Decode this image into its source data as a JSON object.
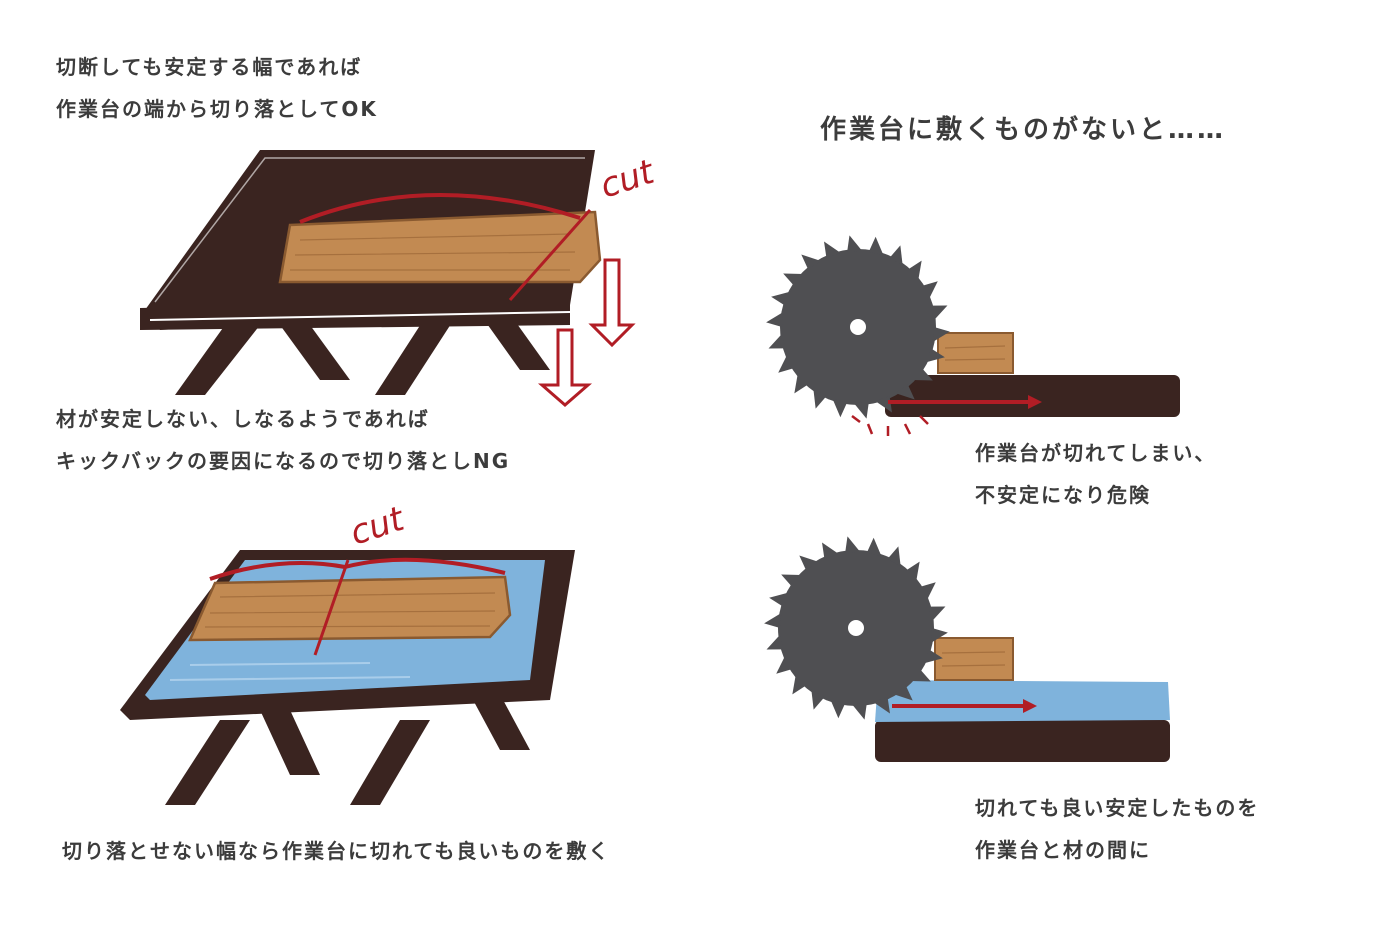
{
  "captions": {
    "top_left_line1": "切断しても安定する幅であれば",
    "top_left_line2": "作業台の端から切り落としてOK",
    "mid_left_line1": "材が安定しない、しなるようであれば",
    "mid_left_line2": "キックバックの要因になるので切り落としNG",
    "bottom_left": "切り落とせない幅なら作業台に切れても良いものを敷く",
    "right_title": "作業台に敷くものがないと……",
    "right_mid_line1": "作業台が切れてしまい、",
    "right_mid_line2": "不安定になり危険",
    "right_bottom_line1": "切れても良い安定したものを",
    "right_bottom_line2": "作業台と材の間に"
  },
  "labels": {
    "cut_top": "cut",
    "cut_bottom": "cut"
  },
  "colors": {
    "table": "#3a2420",
    "wood": "#c28a52",
    "wood_line": "#8a5a30",
    "mat": "#7fb3dc",
    "blade": "#4f4f52",
    "red": "#b11d25"
  }
}
